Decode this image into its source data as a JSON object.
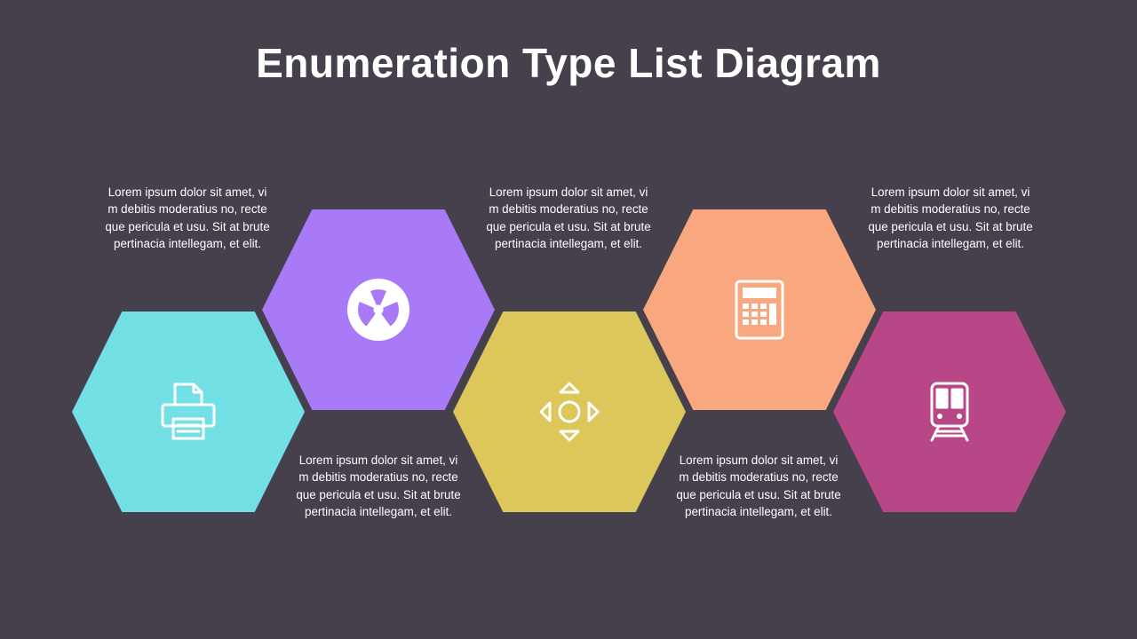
{
  "title": "Enumeration Type List Diagram",
  "items": [
    {
      "color": "#72E0E5",
      "icon": "printer-icon",
      "text": "Lorem ipsum dolor sit amet, vim debitis moderatius no, recteque pericula et usu. Sit at brute pertinacia intellegam, et elit."
    },
    {
      "color": "#A97AF8",
      "icon": "radiation-icon",
      "text": "Lorem ipsum dolor sit amet, vim debitis moderatius no, recteque pericula et usu. Sit at brute pertinacia intellegam, et elit."
    },
    {
      "color": "#DDC75A",
      "icon": "directional-pad-icon",
      "text": "Lorem ipsum dolor sit amet, vim debitis moderatius no, recteque pericula et usu. Sit at brute pertinacia intellegam, et elit."
    },
    {
      "color": "#F9A77E",
      "icon": "calculator-icon",
      "text": "Lorem ipsum dolor sit amet, vim debitis moderatius no, recteque pericula et usu. Sit at brute pertinacia intellegam, et elit."
    },
    {
      "color": "#B84787",
      "icon": "train-icon",
      "text": "Lorem ipsum dolor sit amet, vim debitis moderatius no, recteque pericula et usu. Sit at brute pertinacia intellegam, et elit."
    }
  ]
}
